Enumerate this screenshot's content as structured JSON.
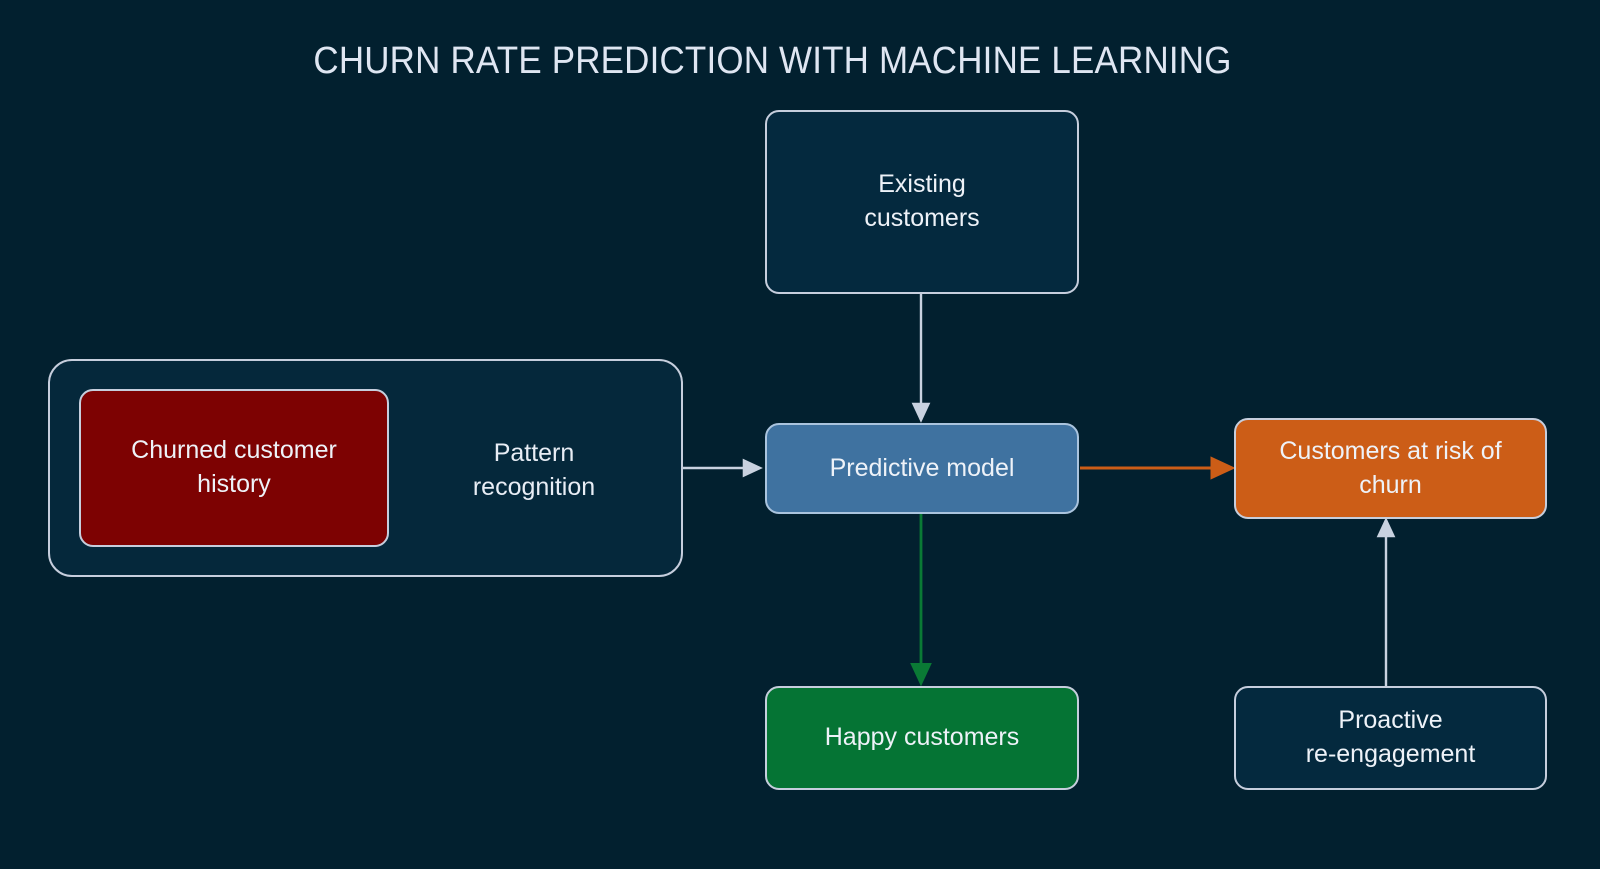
{
  "title": "CHURN RATE PREDICTION WITH MACHINE LEARNING",
  "colors": {
    "background": "#02202f",
    "node_dark_fill": "#04293e",
    "node_steel_fill": "#3f72a0",
    "node_maroon_fill": "#7d0202",
    "node_orange_fill": "#cc5d17",
    "node_green_fill": "#057434",
    "border_light": "#c6cedd",
    "text_light": "#eef2f8",
    "edge_white": "#c9d2e0",
    "edge_orange": "#cc5d17",
    "edge_green": "#0a7a35"
  },
  "nodes": {
    "existing_customers": {
      "label": "Existing\ncustomers"
    },
    "predictive_model": {
      "label": "Predictive model"
    },
    "churned_history": {
      "label": "Churned customer\nhistory"
    },
    "pattern_recognition": {
      "label": "Pattern\nrecognition"
    },
    "customers_at_risk": {
      "label": "Customers at risk of\nchurn"
    },
    "happy_customers": {
      "label": "Happy customers"
    },
    "proactive_reengagement": {
      "label": "Proactive\nre-engagement"
    }
  },
  "edges": [
    {
      "name": "existing-to-model",
      "from": "existing_customers",
      "to": "predictive_model",
      "color": "#c9d2e0",
      "direction": "down"
    },
    {
      "name": "group-to-model",
      "from": "pattern_recognition_group",
      "to": "predictive_model",
      "color": "#c9d2e0",
      "direction": "right"
    },
    {
      "name": "model-to-at-risk",
      "from": "predictive_model",
      "to": "customers_at_risk",
      "color": "#cc5d17",
      "direction": "right"
    },
    {
      "name": "model-to-happy",
      "from": "predictive_model",
      "to": "happy_customers",
      "color": "#0a7a35",
      "direction": "down"
    },
    {
      "name": "reengagement-to-at-risk",
      "from": "proactive_reengagement",
      "to": "customers_at_risk",
      "color": "#c9d2e0",
      "direction": "up"
    }
  ]
}
